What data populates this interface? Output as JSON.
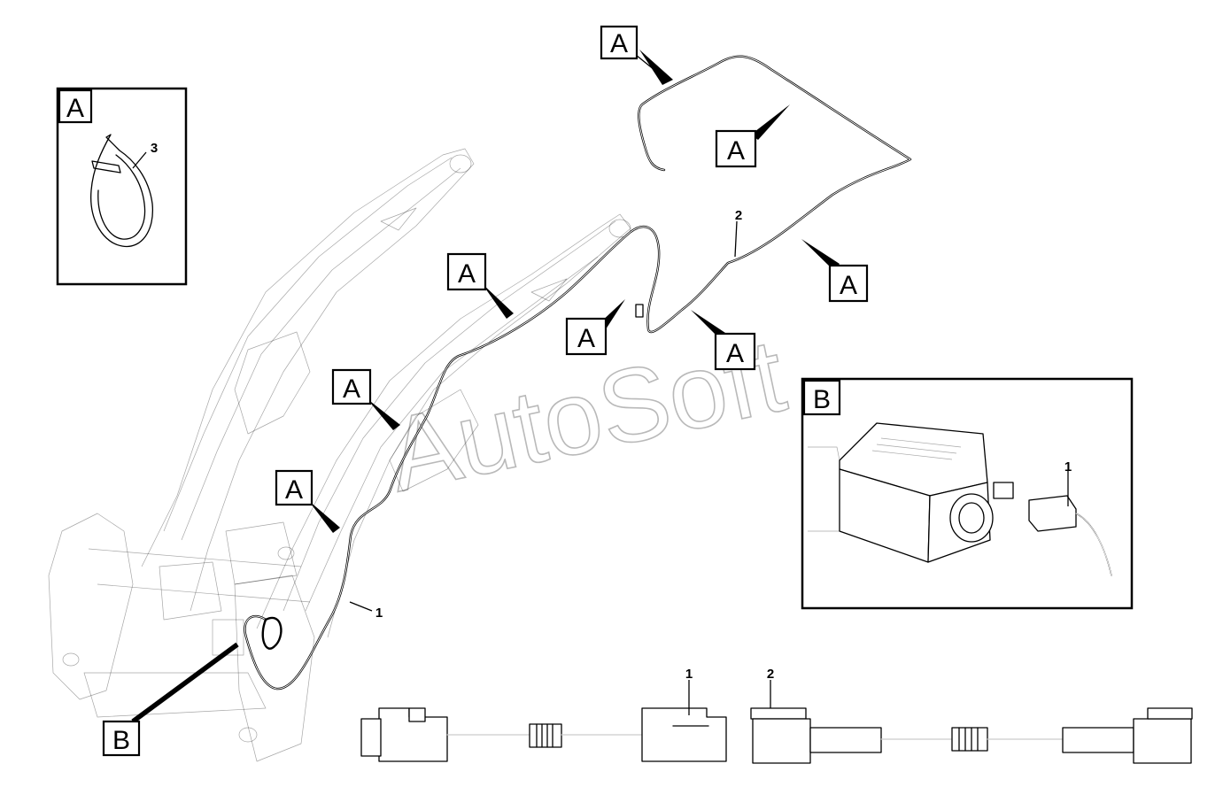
{
  "watermark": "AutoSoft",
  "tag_labels": {
    "a": "A",
    "b": "B"
  },
  "item_numbers": {
    "one": "1",
    "two": "2",
    "three": "3"
  }
}
